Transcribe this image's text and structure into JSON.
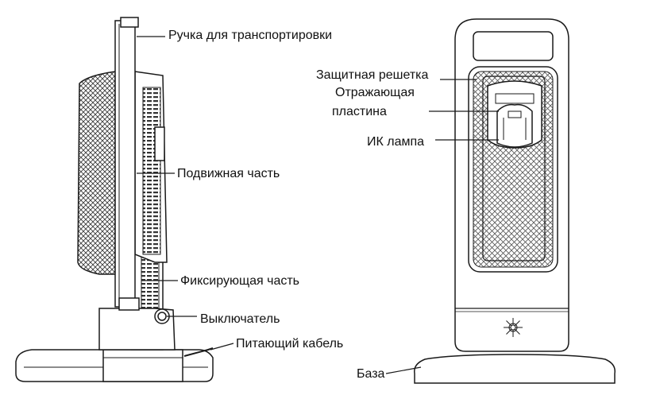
{
  "labels": {
    "handle": "Ручка для транспортировки",
    "moving_part": "Подвижная часть",
    "fixing_part": "Фиксирующая часть",
    "switch": "Выключатель",
    "power_cable": "Питающий кабель",
    "guard_grille": "Защитная решетка",
    "reflector_line1": "Отражающая",
    "reflector_line2": "пластина",
    "ir_lamp": "ИК лампа",
    "base": "База"
  },
  "colors": {
    "stroke": "#1a1a1a",
    "mesh": "#444444",
    "fill": "#ffffff",
    "light_fill": "#f2f2f2"
  }
}
